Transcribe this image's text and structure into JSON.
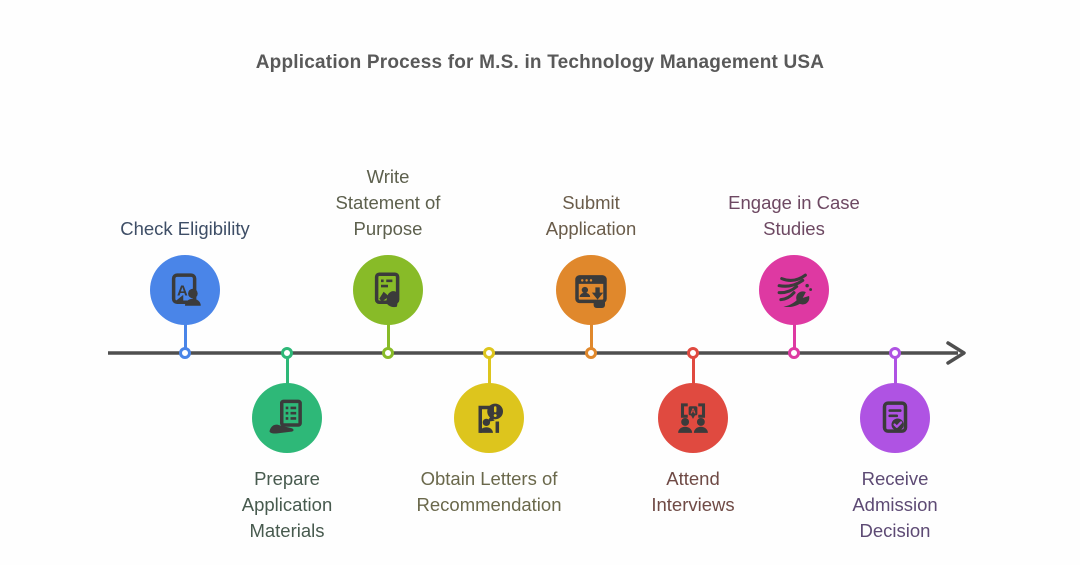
{
  "title": "Application Process for M.S. in Technology Management USA",
  "colors": {
    "background": "#fefefe",
    "timeline": "#4f4f4f",
    "title": "#595959",
    "icon_ink": "#3b3b3b"
  },
  "timeline": {
    "direction": "left-to-right",
    "arrow": "right-arrow-icon"
  },
  "steps": [
    {
      "label": "Check Eligibility",
      "position": "above",
      "color": "#4a85e8",
      "label_color": "#3e4e66",
      "icon": "eligibility-person-tablet-icon"
    },
    {
      "label": "Prepare Application Materials",
      "position": "below",
      "color": "#2eb878",
      "label_color": "#475a4e",
      "icon": "hand-holding-document-icon"
    },
    {
      "label": "Write Statement of Purpose",
      "position": "above",
      "color": "#88bb28",
      "label_color": "#5d604d",
      "icon": "writing-pen-document-icon"
    },
    {
      "label": "Obtain Letters of Recommendation",
      "position": "below",
      "color": "#ddc51d",
      "label_color": "#6a684b",
      "icon": "person-exclamation-bubble-icon"
    },
    {
      "label": "Submit Application",
      "position": "above",
      "color": "#e0882c",
      "label_color": "#6a5c4a",
      "icon": "browser-submit-cursor-icon"
    },
    {
      "label": "Attend Interviews",
      "position": "below",
      "color": "#e04a40",
      "label_color": "#6f4a45",
      "icon": "two-people-chat-icon"
    },
    {
      "label": "Engage in Case Studies",
      "position": "above",
      "color": "#de39a2",
      "label_color": "#6d4862",
      "icon": "flow-lines-pie-chart-icon"
    },
    {
      "label": "Receive Admission Decision",
      "position": "below",
      "color": "#af53e3",
      "label_color": "#5d4a74",
      "icon": "certificate-checkmark-icon"
    }
  ]
}
